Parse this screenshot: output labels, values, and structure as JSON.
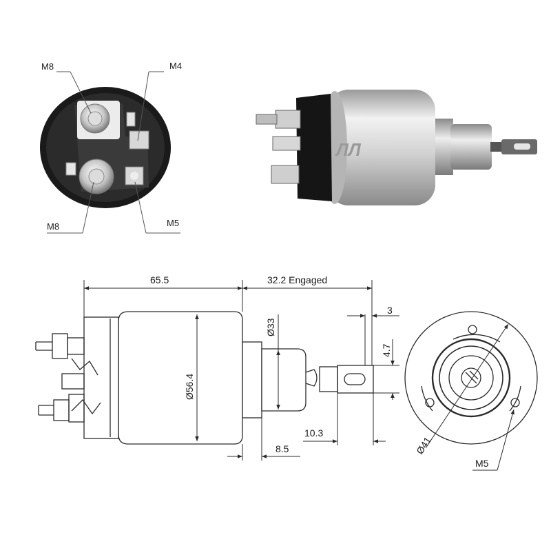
{
  "photo_end_view": {
    "labels": {
      "top_left": "M8",
      "top_right": "M4",
      "bottom_left": "M8",
      "bottom_right": "M5"
    }
  },
  "drawing": {
    "dimensions": {
      "overall_length": "65.5",
      "engaged_travel": "32.2 Engaged",
      "body_diameter": "Ø56.4",
      "plunger_diameter": "Ø33",
      "tip_width": "3",
      "tip_height": "4.7",
      "tip_length": "10.3",
      "flange_width": "8.5",
      "mount_circle": "Ø41",
      "mount_thread": "M5"
    }
  },
  "colors": {
    "line": "#2a2a2a",
    "photo_body": "#c9c9c9",
    "photo_cap": "#1c1c1c"
  }
}
